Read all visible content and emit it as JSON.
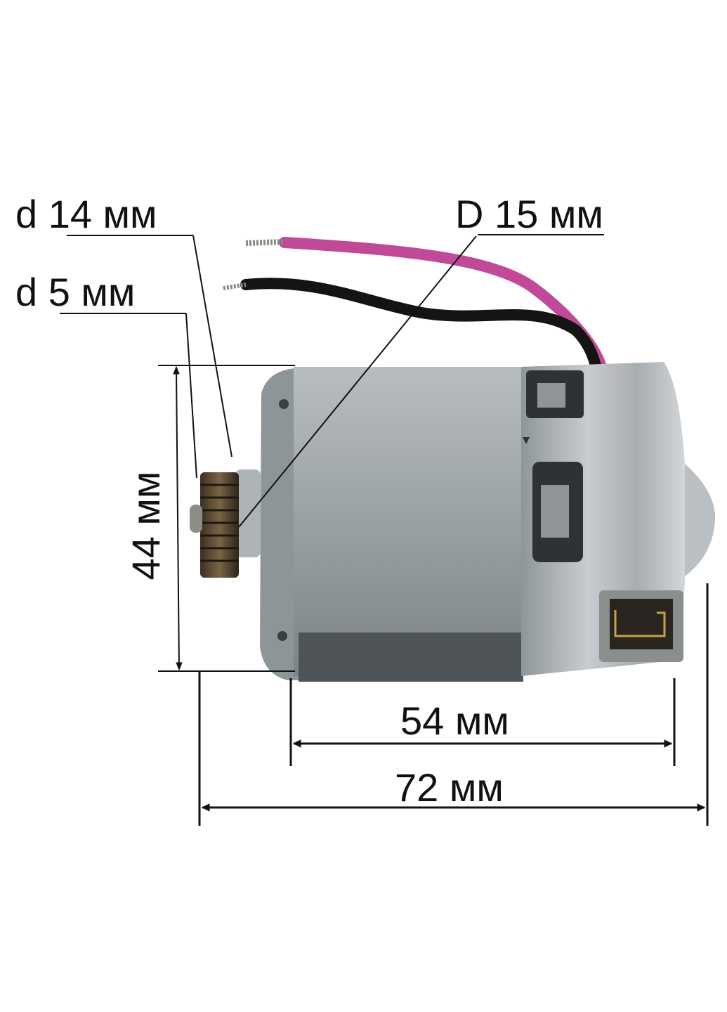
{
  "diagram": {
    "subject": "DC electric motor with pinion gear and lead wires",
    "dimensions": {
      "pinion_gear_diameter": "d 14 мм",
      "shaft_diameter": "d 5 мм",
      "boss_diameter": "D 15 мм",
      "body_height": "44 мм",
      "body_length": "54 мм",
      "total_length": "72 мм"
    },
    "colors": {
      "background": "#ffffff",
      "motor_body": "#9aa0a4",
      "motor_body_dark": "#4a4f53",
      "wire_positive": "#c04a98",
      "wire_negative": "#141414",
      "gear": "#5a4a32",
      "dimension_line": "#111111"
    }
  }
}
